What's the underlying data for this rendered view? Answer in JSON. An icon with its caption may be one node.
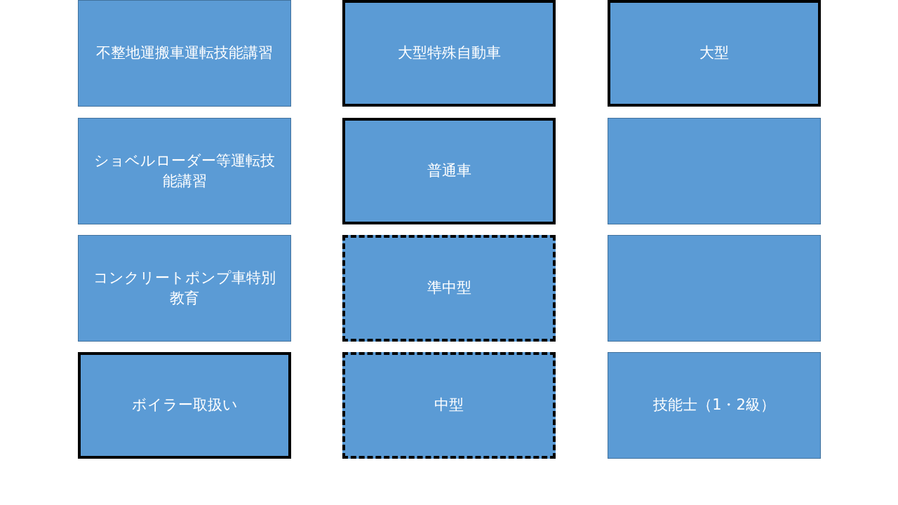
{
  "diagram": {
    "nodes": [
      {
        "text": [
          "不整地運搬車運転技能講習"
        ]
      },
      {
        "text": [
          "大型特殊自動車"
        ]
      },
      {
        "text": [
          "大型"
        ]
      },
      {
        "text": [
          "ショベルローダー等運転技能講習"
        ]
      },
      {
        "text": [
          "普通車"
        ]
      },
      {
        "text": [],
        "shape": "box"
      },
      {
        "text": [
          "コンクリートポンプ車特別教育"
        ]
      },
      {
        "text": [
          "準中型"
        ]
      },
      {
        "text": [],
        "shape": "box"
      },
      {
        "text": [
          "ボイラー取扱い"
        ]
      },
      {
        "text": [
          "中型"
        ]
      },
      {
        "text": [
          "技能士（1・2級）"
        ]
      }
    ]
  }
}
